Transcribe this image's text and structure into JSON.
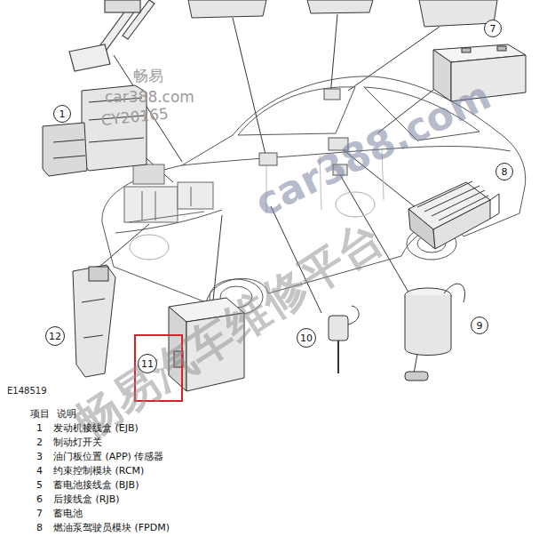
{
  "diagram": {
    "nodes": [
      {
        "text": [
          "7"
        ]
      },
      {
        "text": [
          "1"
        ]
      },
      {
        "text": [
          "8"
        ]
      },
      {
        "text": [
          "9"
        ]
      },
      {
        "text": [
          "12"
        ]
      },
      {
        "text": [
          "10"
        ]
      },
      {
        "text": [
          "11"
        ]
      }
    ],
    "labels": [
      "畅易",
      "car388.com",
      "CY20165",
      "car388.com",
      "畅易汽车维修平台",
      "E148519",
      "项目",
      "说明",
      "1",
      "发动机接线盒 (EJB)",
      "2",
      "制动灯开关",
      "3",
      "油门板位置 (APP) 传感器",
      "4",
      "约束控制模块 (RCM)",
      "5",
      "蓄电池接线盒 (BJB)",
      "6",
      "后接线盒 (RJB)",
      "7",
      "蓄电池",
      "8",
      "燃油泵驾驶员模块 (FPDM)"
    ]
  }
}
